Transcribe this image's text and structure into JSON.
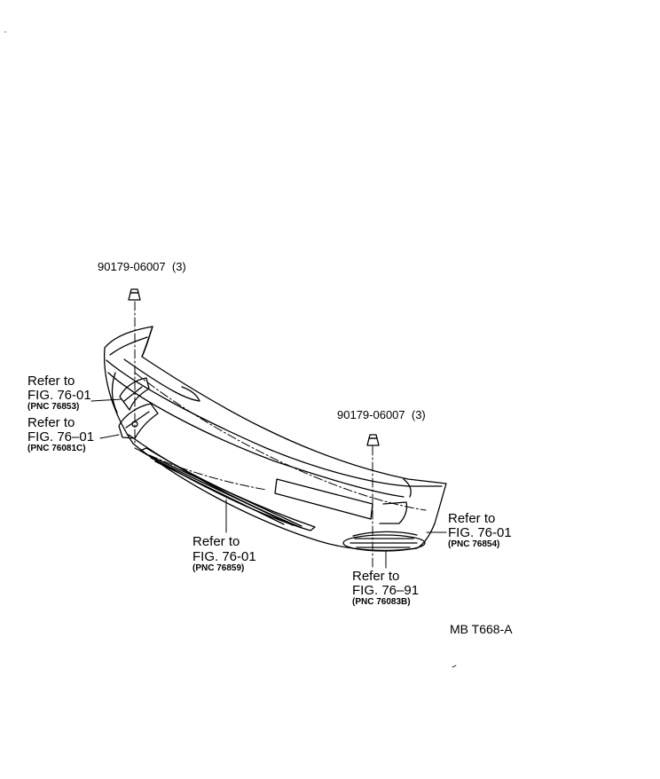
{
  "diagram": {
    "top_part": {
      "number": "90179-06007",
      "qty": "(3)"
    },
    "mid_part": {
      "number": "90179-06007",
      "qty": "(3)"
    },
    "callouts": [
      {
        "line1": "Refer to",
        "line2": "FIG. 76-01",
        "pnc": "(PNC 76853)"
      },
      {
        "line1": "Refer to",
        "line2": "FIG. 76–01",
        "pnc": "(PNC 76081C)"
      },
      {
        "line1": "Refer to",
        "line2": "FIG. 76-01",
        "pnc": "(PNC 76859)"
      },
      {
        "line1": "Refer to",
        "line2": "FIG. 76-01",
        "pnc": "(PNC 76854)"
      },
      {
        "line1": "Refer to",
        "line2": "FIG. 76–91",
        "pnc": "(PNC 76083B)"
      }
    ],
    "drawing_code": "MB T668-A"
  }
}
